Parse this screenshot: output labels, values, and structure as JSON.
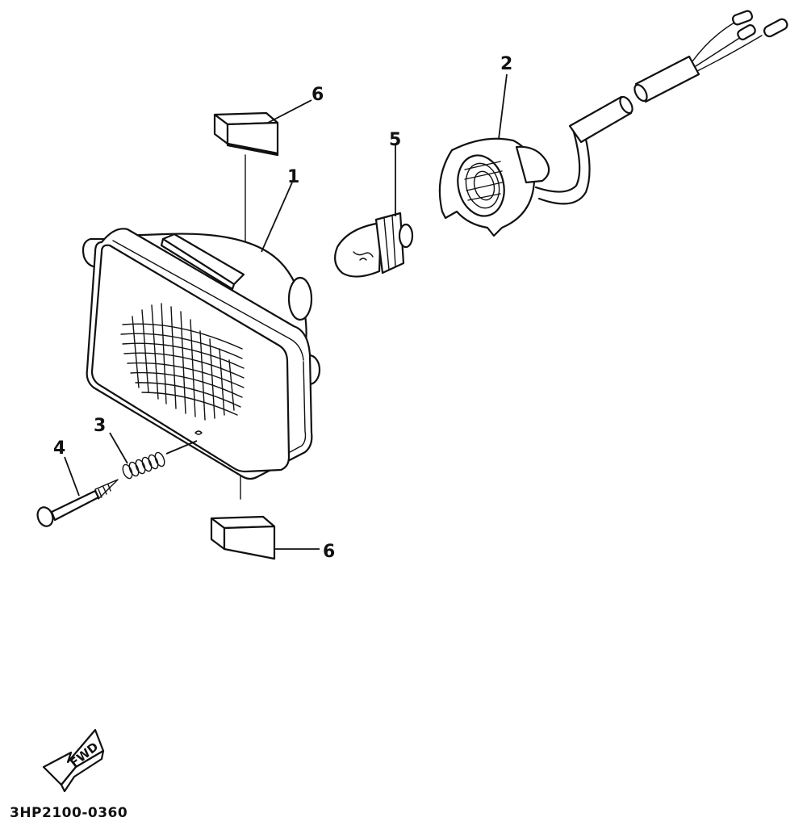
{
  "callouts": {
    "headlight": "1",
    "socket_cord": "2",
    "spring": "3",
    "screw": "4",
    "bulb": "5",
    "pad_top": "6",
    "pad_bottom": "6"
  },
  "direction_indicator": "FWD",
  "diagram_code": "3HP2100-0360"
}
